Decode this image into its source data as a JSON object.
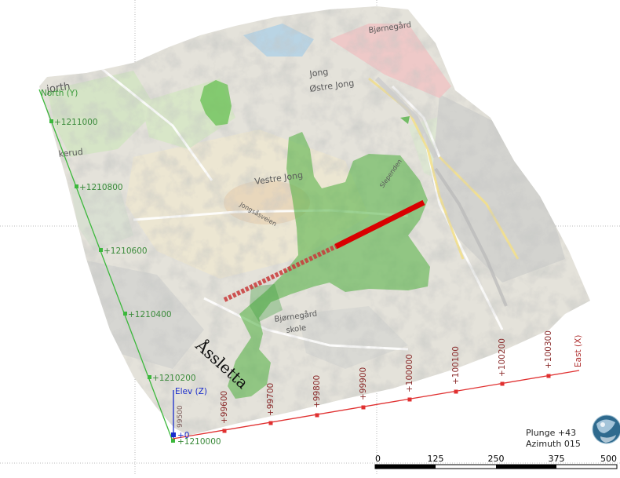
{
  "map_labels": {
    "north": "jorth",
    "ostre_jong": "Østre Jong",
    "jong": "Jong",
    "vestre_jong": "Vestre Jong",
    "jongsasveien": "Jongsåsveien",
    "bjornegard": "Bjørnegård",
    "skole": "skole",
    "slependen": "Slependen",
    "kerud": "kerud",
    "bjornegard_top": "Bjørnegård",
    "assletta": "Åssletta"
  },
  "axes": {
    "north_label": "North (Y)",
    "east_label": "East (X)",
    "elev_label": "Elev (Z)",
    "north_ticks": [
      "+1210000",
      "+1210200",
      "+1210400",
      "+1210600",
      "+1210800",
      "+1211000"
    ],
    "east_ticks": [
      "+99600",
      "+99700",
      "+99800",
      "+99900",
      "+100000",
      "+100100",
      "+100200",
      "+100300"
    ],
    "elev_ticks": [
      "+0",
      "99500"
    ]
  },
  "orientation": {
    "plunge": "Plunge +43",
    "azimuth": "Azimuth 015"
  },
  "scale_bar": {
    "ticks": [
      "0",
      "125",
      "250",
      "375",
      "500"
    ]
  },
  "colors": {
    "north_axis": "#3cb83c",
    "east_axis": "#e03030",
    "elev_axis": "#1a2ccc",
    "profile_line": "#d90000"
  }
}
